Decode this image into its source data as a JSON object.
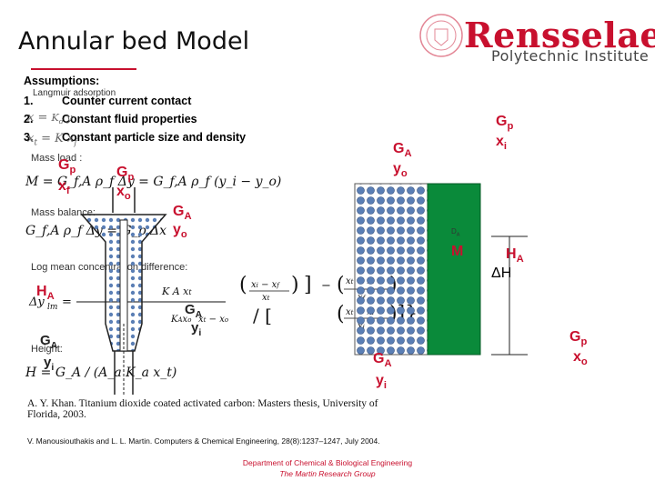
{
  "header": {
    "title": "Annular bed Model",
    "brand_name": "Rensselaer",
    "brand_sub": "Polytechnic Institute"
  },
  "assumptions": {
    "heading": "Assumptions:",
    "items": [
      {
        "num": "1.",
        "text": "Counter current contact"
      },
      {
        "num": "2.",
        "text": "Constant fluid properties"
      },
      {
        "num": "3.",
        "text": "Constant particle size and density"
      }
    ],
    "overlay_note": "Langmuir adsorption"
  },
  "labels": {
    "mass_load": "Mass load :",
    "mass_balance": "Mass balance:",
    "log_mean": "Log mean concentration difference:",
    "height": "Height:",
    "d_small": "D",
    "d_sub": "A"
  },
  "equations": {
    "mass_load": "M = G_f,A ρ_f Δy = G_f,A ρ_f (y_i − y_o)",
    "mass_balance": "G_f,A ρ_f Δy = G_p Δx",
    "height": "H = G_A / (A_a K_a x_t)"
  },
  "flow_labels": {
    "gp": "G",
    "gp_sub": "p",
    "ga": "G",
    "ga_sub": "A",
    "xi": "x",
    "xi_sub": "i",
    "xo": "x",
    "xo_sub": "o",
    "yo": "y",
    "yo_sub": "o",
    "yi": "y",
    "yi_sub": "i",
    "xf": "x",
    "xf_sub": "f",
    "ha": "H",
    "ha_sub": "A",
    "m": "M",
    "dh": "ΔH"
  },
  "references": [
    "A. Y. Khan. Titanium dioxide coated activated carbon: Masters thesis, University of Florida, 2003.",
    "V. Manousiouthakis and L. L. Martin. Computers & Chemical Engineering, 28(8):1237–1247, July 2004."
  ],
  "footer": {
    "dept": "Department of Chemical & Biological Engineering",
    "group": "The Martin Research Group"
  },
  "colors": {
    "accent": "#c8102e",
    "bed_green": "#0a8a3a",
    "particle_blue": "#5b7fb5"
  }
}
